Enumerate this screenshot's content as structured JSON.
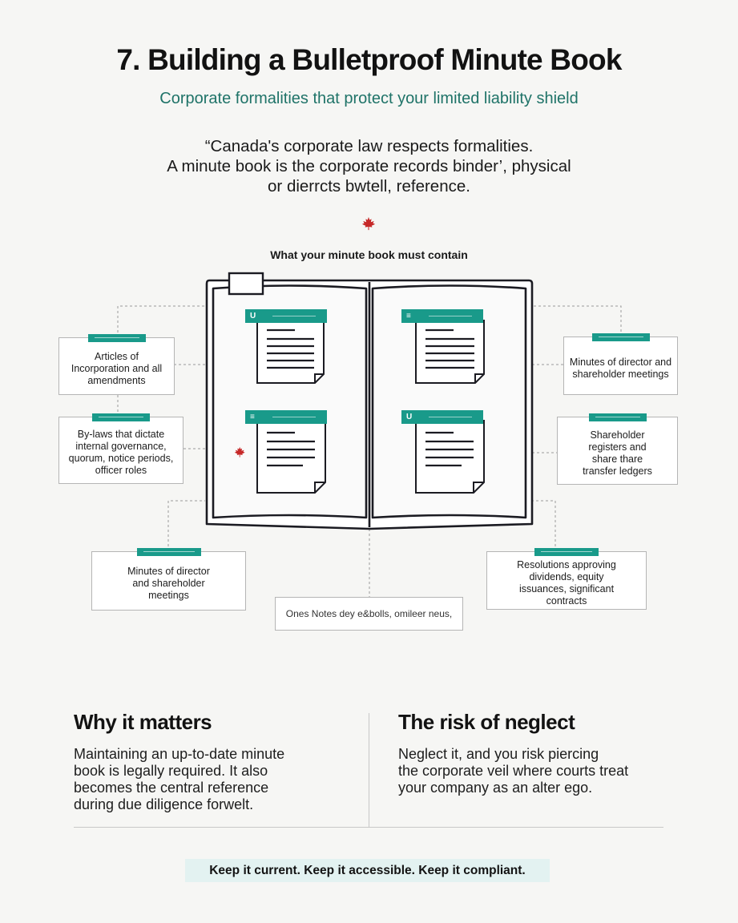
{
  "header": {
    "title": "7. Building a Bulletproof Minute Book",
    "subtitle": "Corporate formalities that protect your limited liability shield"
  },
  "quote": {
    "lines": [
      "“Canada's corporate law respects formalities.",
      "A minute book is the corporate records binder’, physical",
      "or dierrcts bwtell, reference."
    ]
  },
  "diagram": {
    "title": "What your minute book must contain",
    "cards": {
      "left_top": "Articles of Incorporation and all amendments",
      "left_mid": "By-laws that dictate internal governance, quorum, notice periods, officer roles",
      "bottom_left": "Minutes of director and shareholder meetings",
      "right_top": "Minutes of director and shareholder meetings",
      "right_mid": "Shareholder registers and share thare transfer ledgers",
      "bottom_right": "Resolutions approving dividends, equity issuances, significant contracts",
      "bottom_center": "Ones Notes dey e&bolls, omileer neus,"
    },
    "doc_icons": [
      "U",
      "≡",
      "≡",
      "U"
    ],
    "colors": {
      "accent": "#199a8a",
      "maple": "#c62828",
      "ink": "#1b1b22"
    }
  },
  "why": {
    "title": "Why it matters",
    "lines": [
      "Maintaining an up-to-date minute",
      "book is legally required. It also",
      "becomes the central reference",
      "during due diligence forwelt."
    ]
  },
  "risk": {
    "title": "The risk of neglect",
    "lines": [
      "Neglect it, and you risk piercing",
      "the corporate veil where courts treat",
      "your company as an alter ego."
    ]
  },
  "footer": {
    "banner": "Keep it current. Keep it accessible. Keep it compliant."
  }
}
